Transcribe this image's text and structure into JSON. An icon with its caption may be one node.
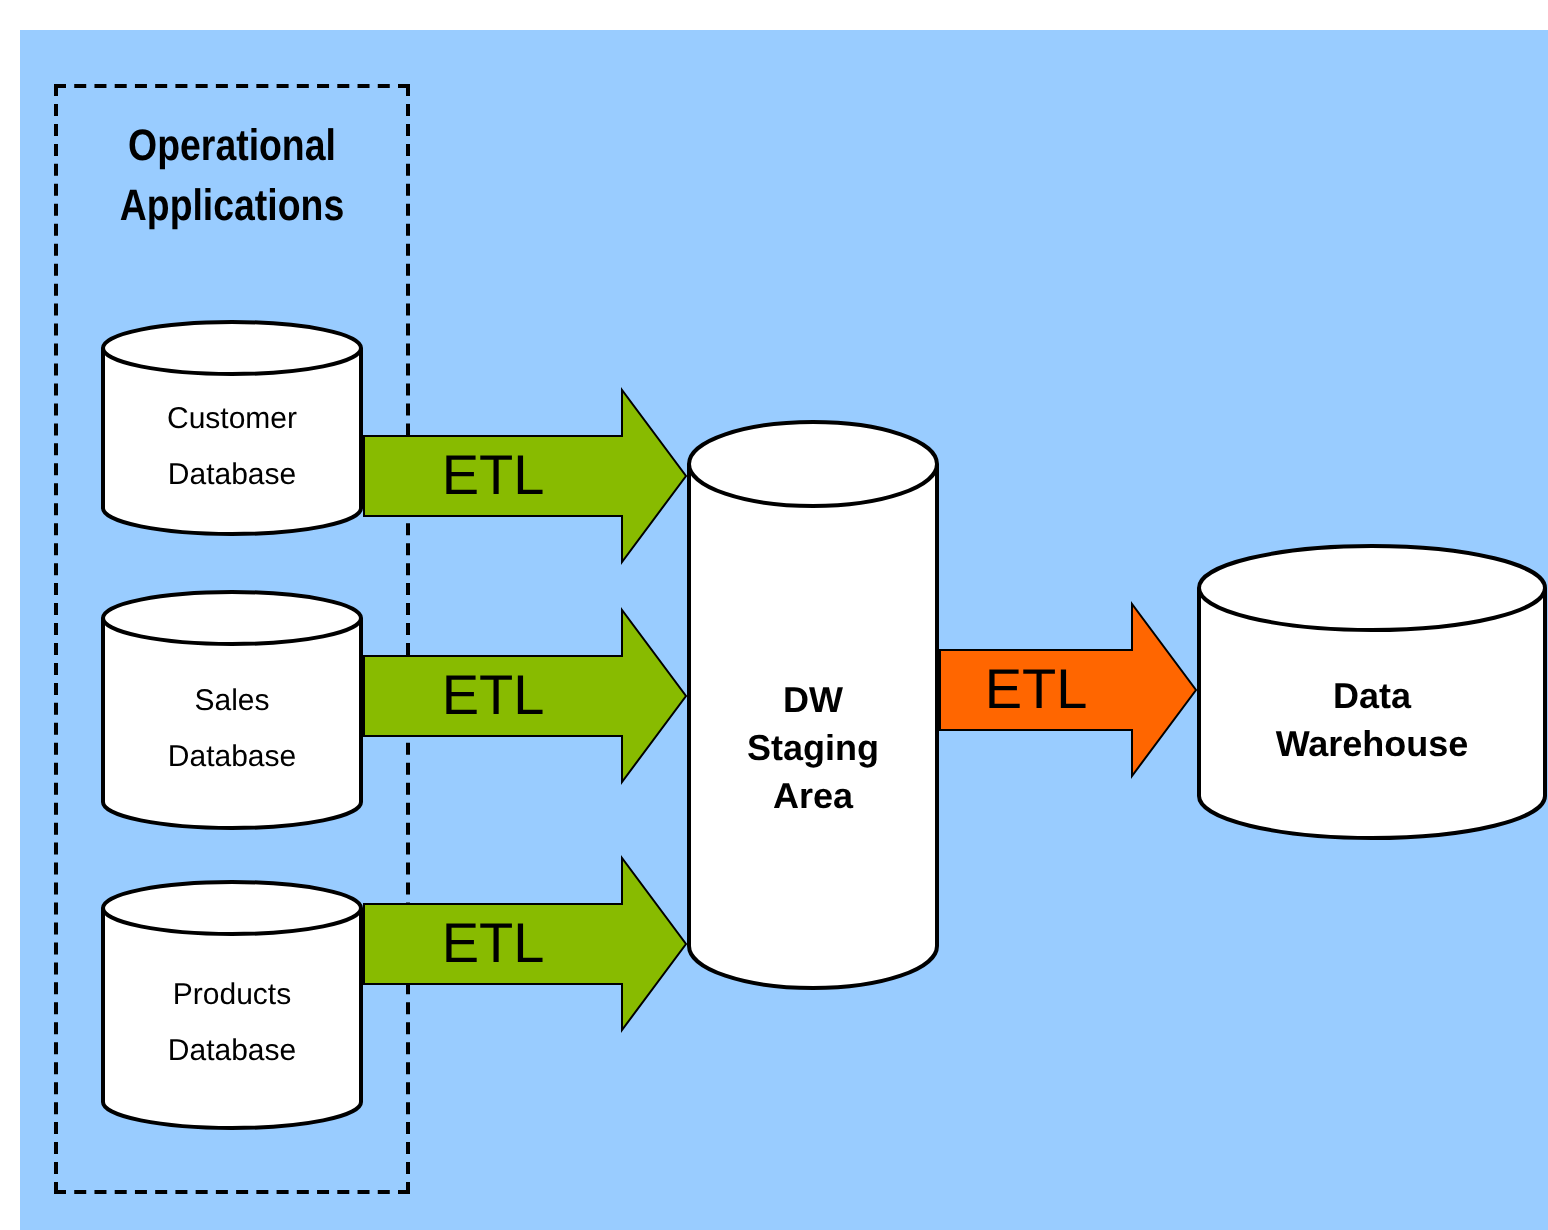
{
  "diagram": {
    "nodes": [
      {
        "text": [
          "Operational Applications"
        ]
      },
      {
        "text": [
          "Customer Database"
        ],
        "in": 0
      },
      {
        "text": [
          "Sales Database"
        ],
        "in": 0
      },
      {
        "text": [
          "Products Database"
        ],
        "in": 0
      },
      {
        "text": [
          "DW Staging Area"
        ]
      },
      {
        "text": [
          "Data Warehouse"
        ]
      }
    ],
    "edges": [
      {
        "from": 1,
        "to": 4,
        "arrow": "to",
        "label": "ETL",
        "style": "thick"
      },
      {
        "from": 2,
        "to": 4,
        "arrow": "to",
        "label": "ETL",
        "style": "thick"
      },
      {
        "from": 3,
        "to": 4,
        "arrow": "to",
        "label": "ETL",
        "style": "thick"
      },
      {
        "from": 4,
        "to": 5,
        "arrow": "to",
        "label": "ETL",
        "style": "thick",
        "color": "#ff6600"
      }
    ]
  }
}
